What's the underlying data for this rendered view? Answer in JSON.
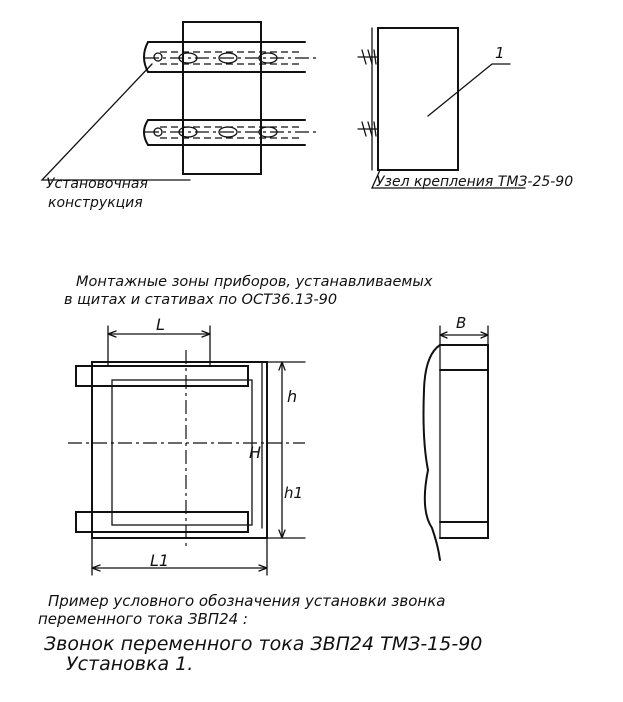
{
  "fig1": {
    "label_install_line1": "Установочная",
    "label_install_line2": "конструкция",
    "label_node": "Узел крепления ТМЗ-25-90",
    "pos_number": "1"
  },
  "fig2": {
    "title_line1": "Монтажные зоны приборов, устанавливаемых",
    "title_line2": "в щитах и стативах  по ОСТ36.13-90",
    "dim_L": "L",
    "dim_L1": "L1",
    "dim_H": "H",
    "dim_h": "h",
    "dim_h1": "h1",
    "dim_B": "B"
  },
  "example": {
    "line1": "Пример условного обозначения установки звонка",
    "line2": "переменного тока ЗВП24 :",
    "line3": "Звонок  переменного тока ЗВП24  ТМЗ-15-90",
    "line4": "Установка 1."
  }
}
